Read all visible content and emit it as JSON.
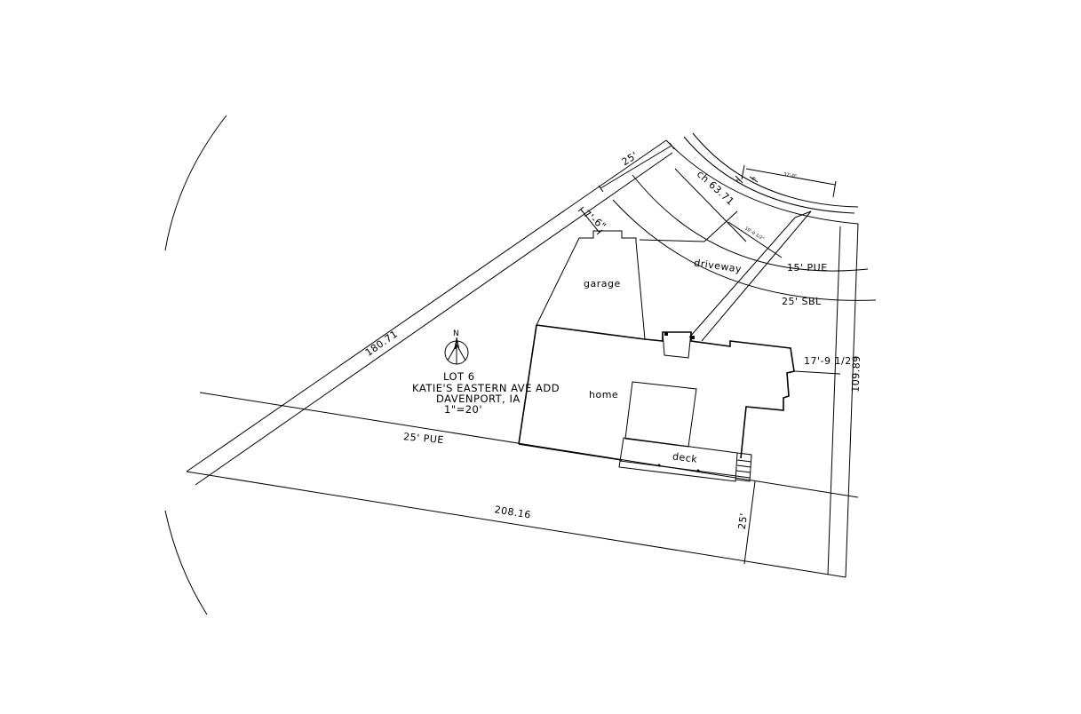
{
  "labels": {
    "frontage": "25'",
    "chord": "ch 63.71",
    "garage_setback": "7'-6\"",
    "driveway": "driveway",
    "garage": "garage",
    "home": "home",
    "deck": "deck",
    "pue_15": "15' PUE",
    "sbl_25": "25' SBL",
    "east_offset": "17'-9 1/2\"",
    "east_line": "109.89",
    "northwest_line": "180.71",
    "south_line": "208.16",
    "pue_25": "25' PUE",
    "rear_setback": "25'",
    "north_arrow": "N",
    "lot_number": "LOT 6",
    "subdivision": "KATIE'S EASTERN AVE ADD",
    "city": "DAVENPORT, IA",
    "scale": "1\"=20'",
    "small_dim_top": "37'-0\"",
    "small_dim_left": "4'",
    "small_dim_mid": "8'",
    "drive_width": "10'-0 1/2\""
  },
  "colors": {
    "line": "#000000",
    "background": "#ffffff"
  }
}
